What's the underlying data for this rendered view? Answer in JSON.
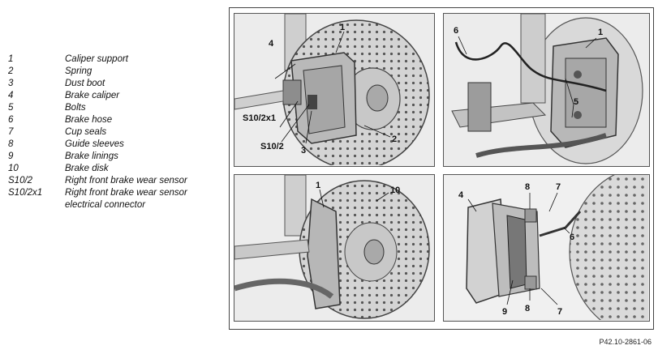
{
  "legend": [
    {
      "key": "1",
      "desc": "Caliper support"
    },
    {
      "key": "2",
      "desc": "Spring"
    },
    {
      "key": "3",
      "desc": "Dust boot"
    },
    {
      "key": "4",
      "desc": "Brake caliper"
    },
    {
      "key": "5",
      "desc": "Bolts"
    },
    {
      "key": "6",
      "desc": "Brake hose"
    },
    {
      "key": "7",
      "desc": "Cup seals"
    },
    {
      "key": "8",
      "desc": "Guide sleeves"
    },
    {
      "key": "9",
      "desc": "Brake linings"
    },
    {
      "key": "10",
      "desc": "Brake disk"
    },
    {
      "key": "S10/2",
      "desc": "Right front brake wear sensor"
    },
    {
      "key": "S10/2x1",
      "desc": "Right front brake wear sensor electrical connector"
    }
  ],
  "panels": {
    "top_left": {
      "labels": [
        "1",
        "4",
        "S10/2x1",
        "S10/2",
        "3",
        "2"
      ]
    },
    "top_right": {
      "labels": [
        "6",
        "1",
        "5"
      ]
    },
    "bottom_left": {
      "labels": [
        "1",
        "10"
      ]
    },
    "bottom_right": {
      "labels": [
        "4",
        "8",
        "7",
        "6",
        "9",
        "8",
        "7"
      ]
    }
  },
  "reference": "P42.10-2861-06"
}
